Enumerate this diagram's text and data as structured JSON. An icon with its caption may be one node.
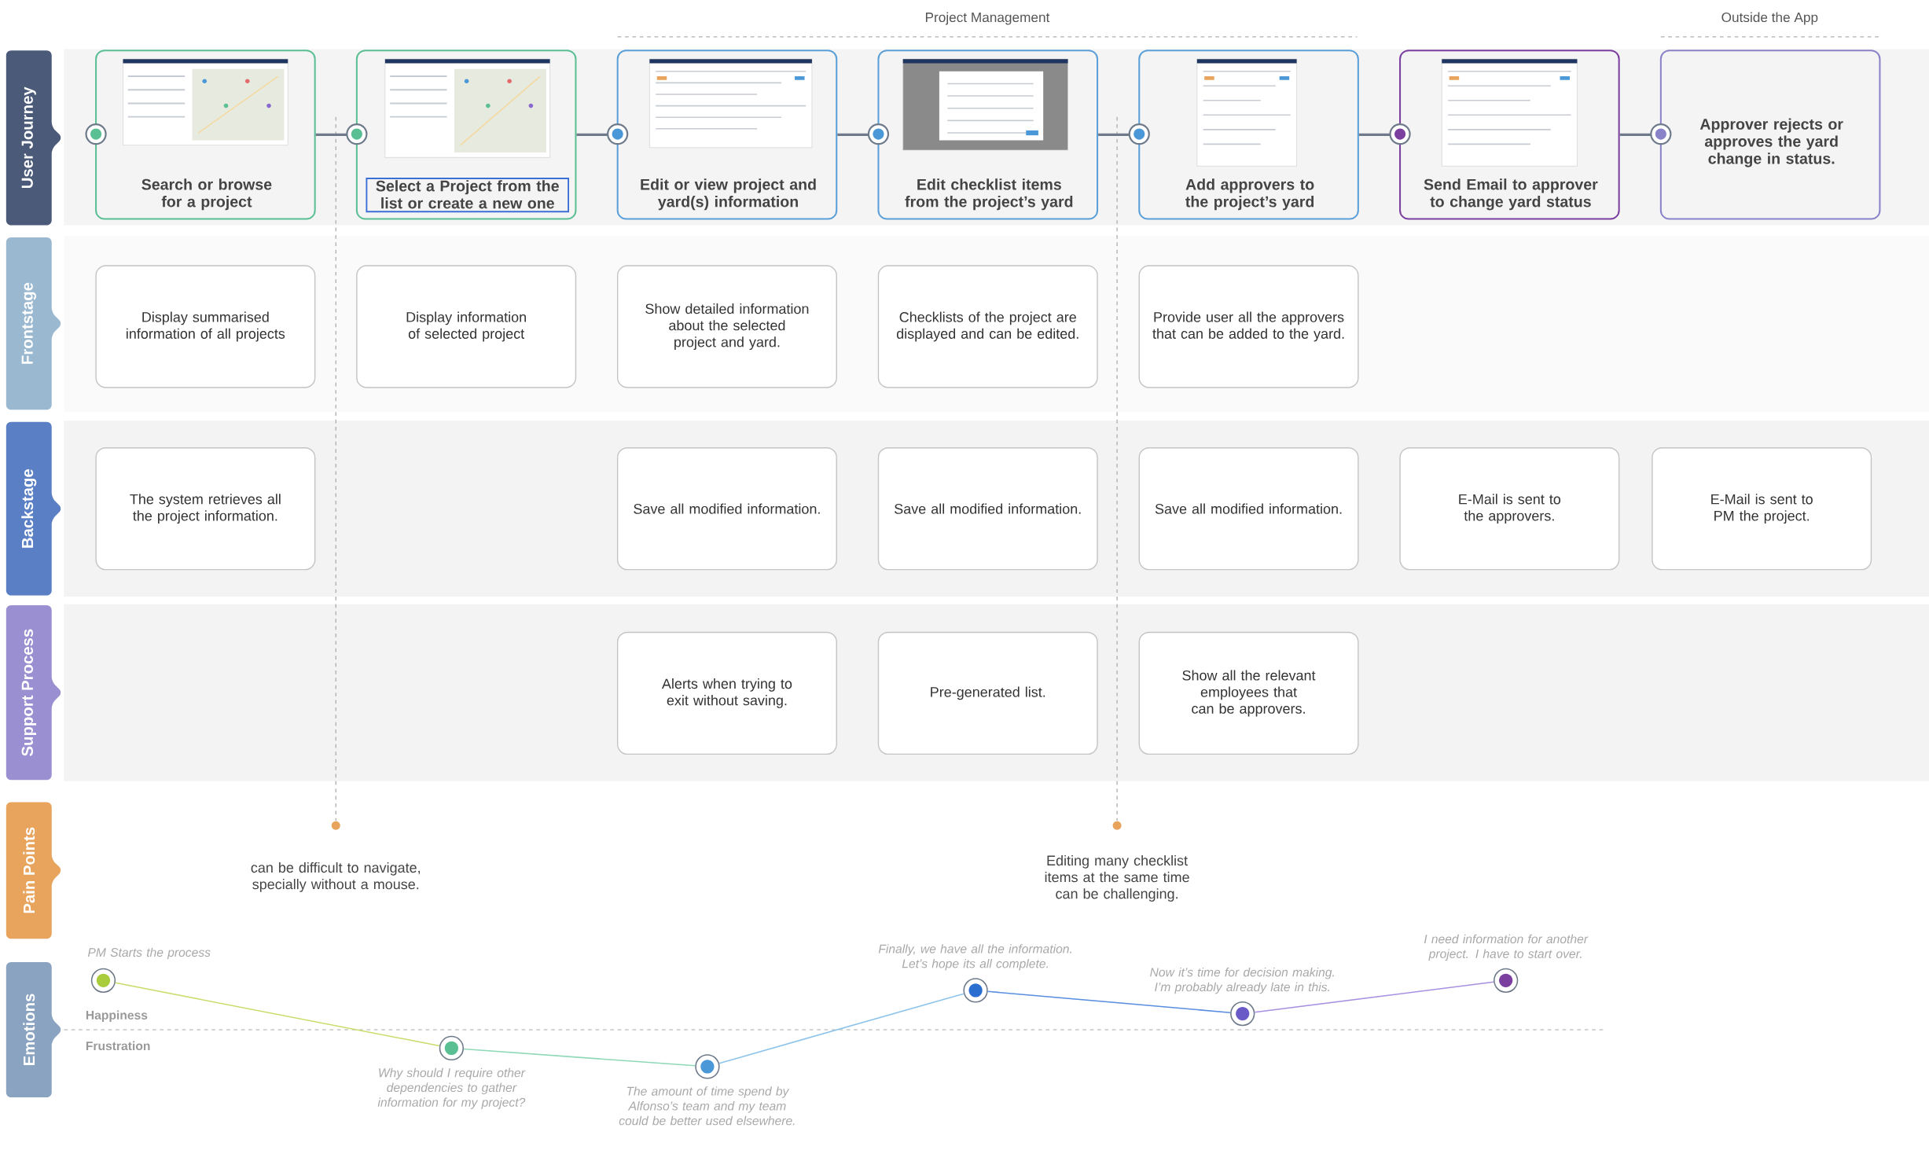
{
  "diagram": {
    "nodes": [
      {
        "text": [
          "User Journey"
        ]
      },
      {
        "text": [
          "Frontstage"
        ]
      },
      {
        "text": [
          "Backstage"
        ]
      },
      {
        "text": [
          "Support Process"
        ]
      },
      {
        "text": [
          "Pain Points"
        ]
      },
      {
        "text": [
          "Emotions"
        ]
      },
      {
        "text": [
          "Search or browse for a project"
        ]
      },
      {
        "text": [
          "Select a Project from the list or create a new one"
        ]
      },
      {
        "text": [
          "Edit or view project and yard(s) information"
        ]
      },
      {
        "text": [
          "Edit checklist items from the project’s yard"
        ]
      },
      {
        "text": [
          "Add approvers to the project’s yard"
        ]
      },
      {
        "text": [
          "Send Email to approver to change yard status"
        ]
      },
      {
        "text": [
          "Approver rejects or approves the yard change in status."
        ]
      },
      {
        "text": [
          "Display summarised information of all projects"
        ]
      },
      {
        "text": [
          "Display information of selected project"
        ]
      },
      {
        "text": [
          "Show detailed information about the selected project and yard."
        ]
      },
      {
        "text": [
          "Checklists of the project are displayed and can be edited."
        ]
      },
      {
        "text": [
          "Provide user all the approvers that can be added to the yard."
        ]
      },
      {
        "text": [
          "The system retrieves all the project information."
        ]
      },
      {
        "text": [
          "Save all modified information."
        ]
      },
      {
        "text": [
          "Save all modified information."
        ]
      },
      {
        "text": [
          "Save all modified information."
        ]
      },
      {
        "text": [
          "E-Mail is sent to the approvers."
        ]
      },
      {
        "text": [
          "E-Mail is sent to PM the project."
        ]
      },
      {
        "text": [
          "Alerts when trying to exit without saving."
        ]
      },
      {
        "text": [
          "Pre-generated list."
        ]
      },
      {
        "text": [
          "Show all the relevant employees that can be approvers."
        ]
      },
      {
        "text": [],
        "shape": "circle",
        "beside": [
          "PM Starts the process"
        ]
      },
      {
        "text": [],
        "shape": "circle",
        "beside": [
          "Why should I require other dependencies to gather information for my project?"
        ]
      },
      {
        "text": [],
        "shape": "circle",
        "beside": [
          "The amount of time spend by Alfonso’s team and my team could be better used elsewhere."
        ]
      },
      {
        "text": [],
        "shape": "circle",
        "beside": [
          "Finally, we have all the information. Let’s hope its all complete."
        ]
      },
      {
        "text": [],
        "shape": "circle",
        "beside": [
          "Now it’s time for decision making. I’m probably already late in this."
        ]
      },
      {
        "text": [],
        "shape": "circle",
        "beside": [
          "I need information for another project. I have to start over."
        ]
      }
    ],
    "edges": [
      {
        "from": 6,
        "to": 7,
        "arrow": "other"
      },
      {
        "from": 7,
        "to": 8,
        "arrow": "other"
      },
      {
        "from": 8,
        "to": 9,
        "arrow": "other"
      },
      {
        "from": 9,
        "to": 10,
        "arrow": "other"
      },
      {
        "from": 10,
        "to": 11,
        "arrow": "other"
      },
      {
        "from": 11,
        "to": 12,
        "arrow": "other"
      },
      {
        "from": 27,
        "to": 28,
        "arrow": "none",
        "color": "#c8dc6a"
      },
      {
        "from": 28,
        "to": 29,
        "arrow": "none",
        "color": "#8fd8b8"
      },
      {
        "from": 29,
        "to": 30,
        "arrow": "none",
        "color": "#8cc4ec"
      },
      {
        "from": 30,
        "to": 31,
        "arrow": "none",
        "color": "#5a8ee0"
      },
      {
        "from": 31,
        "to": 32,
        "arrow": "none",
        "color": "#a890e0"
      }
    ],
    "labels": [
      "Project Management",
      "Outside the App",
      "can be difficult to navigate, specially without a mouse.",
      "Editing many checklist items at the same time can be challenging.",
      "Happiness",
      "Frustration"
    ]
  }
}
